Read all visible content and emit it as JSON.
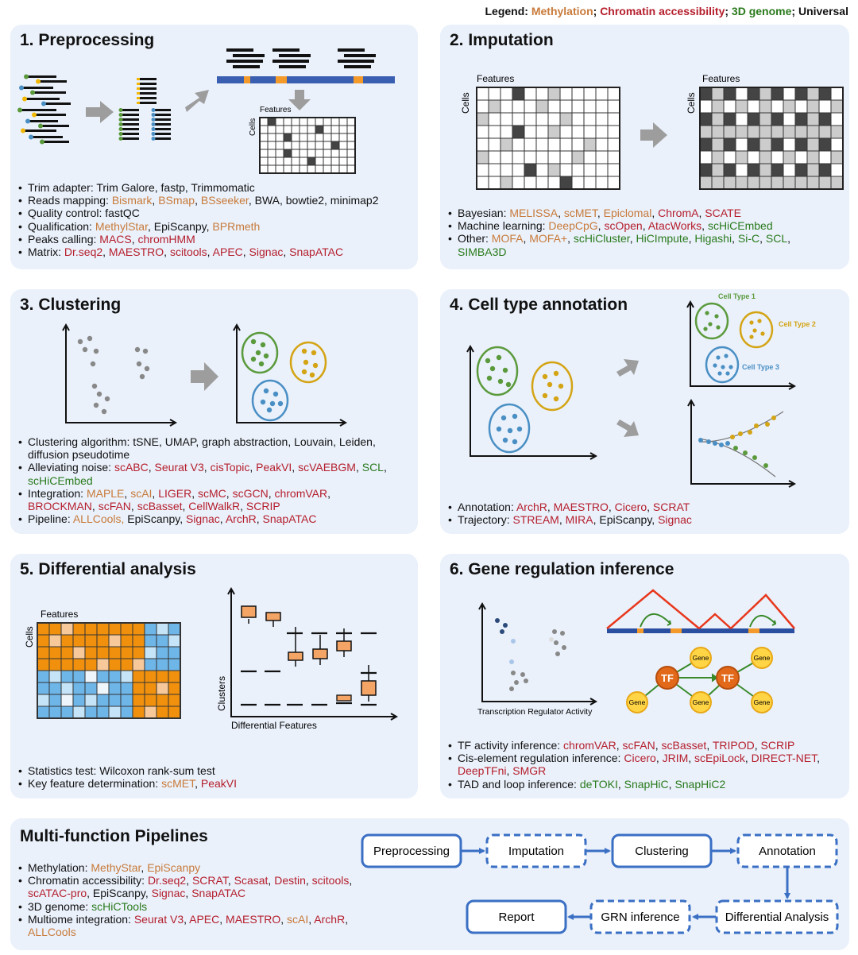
{
  "legend": {
    "prefix": "Legend:",
    "items": [
      {
        "text": "Methylation",
        "sep": ";",
        "cls": "M"
      },
      {
        "text": "Chromatin accessibility",
        "sep": ";",
        "cls": "C"
      },
      {
        "text": "3D genome",
        "sep": ";",
        "cls": "G"
      },
      {
        "text": "Universal",
        "sep": "",
        "cls": "U"
      }
    ]
  },
  "colors": {
    "methylation": "#c87a3a",
    "chromatin": "#b51e2c",
    "genome3d": "#2a7a1c",
    "universal": "#111111",
    "panel_bg": "#eaf1fb",
    "accent_blue": "#3a6fc4",
    "arrow_gray": "#9d9d9d"
  },
  "panels": {
    "preprocessing": {
      "title": "1. Preprocessing",
      "matrix_x_label": "Features",
      "matrix_y_label": "Cells",
      "bullets": [
        [
          [
            {
              "t": "Trim adapter: Trim Galore, fastp, Trimmomatic",
              "c": "U"
            }
          ]
        ],
        [
          [
            {
              "t": "Reads mapping: ",
              "c": "U"
            },
            {
              "t": "Bismark",
              "c": "M"
            },
            {
              "t": ", ",
              "c": "U"
            },
            {
              "t": "BSmap",
              "c": "M"
            },
            {
              "t": ", ",
              "c": "U"
            },
            {
              "t": "BSseeker",
              "c": "M"
            },
            {
              "t": ", BWA, bowtie2, minimap2",
              "c": "U"
            }
          ]
        ],
        [
          [
            {
              "t": "Quality control: fastQC",
              "c": "U"
            }
          ]
        ],
        [
          [
            {
              "t": "Qualification: ",
              "c": "U"
            },
            {
              "t": "MethylStar",
              "c": "M"
            },
            {
              "t": ", EpiScanpy, ",
              "c": "U"
            },
            {
              "t": "BPRmeth",
              "c": "M"
            }
          ]
        ],
        [
          [
            {
              "t": "Peaks calling: ",
              "c": "U"
            },
            {
              "t": "MACS",
              "c": "C"
            },
            {
              "t": ", ",
              "c": "U"
            },
            {
              "t": "chromHMM",
              "c": "C"
            }
          ]
        ],
        [
          [
            {
              "t": "Matrix: ",
              "c": "U"
            },
            {
              "t": "Dr.seq2",
              "c": "C"
            },
            {
              "t": ", ",
              "c": "U"
            },
            {
              "t": "MAESTRO",
              "c": "C"
            },
            {
              "t": ", ",
              "c": "U"
            },
            {
              "t": "scitools",
              "c": "C"
            },
            {
              "t": ", ",
              "c": "U"
            },
            {
              "t": "APEC",
              "c": "C"
            },
            {
              "t": ", ",
              "c": "U"
            },
            {
              "t": "Signac",
              "c": "C"
            },
            {
              "t": ", ",
              "c": "U"
            },
            {
              "t": "SnapATAC",
              "c": "C"
            }
          ]
        ]
      ]
    },
    "imputation": {
      "title": "2. Imputation",
      "matrix_x_label": "Features",
      "matrix_y_label": "Cells",
      "bullets": [
        [
          [
            {
              "t": "Bayesian: ",
              "c": "U"
            },
            {
              "t": "MELISSA",
              "c": "M"
            },
            {
              "t": ", ",
              "c": "U"
            },
            {
              "t": "scMET",
              "c": "M"
            },
            {
              "t": ", ",
              "c": "U"
            },
            {
              "t": "Epiclomal",
              "c": "M"
            },
            {
              "t": ", ",
              "c": "U"
            },
            {
              "t": "ChromA",
              "c": "C"
            },
            {
              "t": ", ",
              "c": "U"
            },
            {
              "t": "SCATE",
              "c": "C"
            }
          ]
        ],
        [
          [
            {
              "t": "Machine learning: ",
              "c": "U"
            },
            {
              "t": "DeepCpG",
              "c": "M"
            },
            {
              "t": ", ",
              "c": "U"
            },
            {
              "t": "scOpen",
              "c": "C"
            },
            {
              "t": ", ",
              "c": "U"
            },
            {
              "t": "AtacWorks",
              "c": "C"
            },
            {
              "t": ", ",
              "c": "U"
            },
            {
              "t": "scHiCEmbed",
              "c": "G"
            }
          ]
        ],
        [
          [
            {
              "t": "Other: ",
              "c": "U"
            },
            {
              "t": "MOFA",
              "c": "M"
            },
            {
              "t": ",  ",
              "c": "U"
            },
            {
              "t": "MOFA+",
              "c": "M"
            },
            {
              "t": ", ",
              "c": "U"
            },
            {
              "t": "scHiCluster",
              "c": "G"
            },
            {
              "t": ", ",
              "c": "U"
            },
            {
              "t": "HiCImpute",
              "c": "G"
            },
            {
              "t": ", ",
              "c": "U"
            },
            {
              "t": "Higashi",
              "c": "G"
            },
            {
              "t": ", ",
              "c": "U"
            },
            {
              "t": "Si-C",
              "c": "G"
            },
            {
              "t": ", ",
              "c": "U"
            },
            {
              "t": "SCL",
              "c": "G"
            },
            {
              "t": ",",
              "c": "U"
            }
          ],
          [
            {
              "t": "SIMBA3D",
              "c": "G"
            }
          ]
        ]
      ]
    },
    "clustering": {
      "title": "3. Clustering",
      "bullets": [
        [
          [
            {
              "t": "Clustering algorithm: tSNE, UMAP, graph abstraction, Louvain, Leiden,",
              "c": "U"
            }
          ],
          [
            {
              "t": "diffusion pseudotime",
              "c": "U"
            }
          ]
        ],
        [
          [
            {
              "t": "Alleviating noise: ",
              "c": "U"
            },
            {
              "t": "scABC",
              "c": "C"
            },
            {
              "t": ", ",
              "c": "U"
            },
            {
              "t": "Seurat V3",
              "c": "C"
            },
            {
              "t": ", ",
              "c": "U"
            },
            {
              "t": "cisTopic",
              "c": "C"
            },
            {
              "t": ", ",
              "c": "U"
            },
            {
              "t": "PeakVI",
              "c": "C"
            },
            {
              "t": ", ",
              "c": "U"
            },
            {
              "t": "scVAEBGM",
              "c": "C"
            },
            {
              "t": ", ",
              "c": "U"
            },
            {
              "t": "SCL",
              "c": "G"
            },
            {
              "t": ",",
              "c": "U"
            }
          ],
          [
            {
              "t": "scHiCEmbed",
              "c": "G"
            }
          ]
        ],
        [
          [
            {
              "t": "Integration: ",
              "c": "U"
            },
            {
              "t": "MAPLE",
              "c": "M"
            },
            {
              "t": ", ",
              "c": "U"
            },
            {
              "t": "scAI",
              "c": "M"
            },
            {
              "t": ", ",
              "c": "U"
            },
            {
              "t": "LIGER",
              "c": "C"
            },
            {
              "t": ", ",
              "c": "U"
            },
            {
              "t": "scMC",
              "c": "C"
            },
            {
              "t": ", ",
              "c": "U"
            },
            {
              "t": "scGCN",
              "c": "C"
            },
            {
              "t": ", ",
              "c": "U"
            },
            {
              "t": "chromVAR",
              "c": "C"
            },
            {
              "t": ",",
              "c": "U"
            }
          ],
          [
            {
              "t": "BROCKMAN",
              "c": "C"
            },
            {
              "t": ", ",
              "c": "U"
            },
            {
              "t": "scFAN",
              "c": "C"
            },
            {
              "t": ", ",
              "c": "U"
            },
            {
              "t": "scBasset",
              "c": "C"
            },
            {
              "t": ", ",
              "c": "U"
            },
            {
              "t": "CellWalkR",
              "c": "C"
            },
            {
              "t": ", ",
              "c": "U"
            },
            {
              "t": "SCRIP",
              "c": "C"
            }
          ]
        ],
        [
          [
            {
              "t": "Pipeline: ",
              "c": "U"
            },
            {
              "t": "ALLCools,",
              "c": "M"
            },
            {
              "t": " EpiScanpy, ",
              "c": "U"
            },
            {
              "t": "Signac",
              "c": "C"
            },
            {
              "t": ", ",
              "c": "U"
            },
            {
              "t": "ArchR",
              "c": "C"
            },
            {
              "t": ", ",
              "c": "U"
            },
            {
              "t": "SnapATAC",
              "c": "C"
            }
          ]
        ]
      ]
    },
    "annotation": {
      "title": "4. Cell type annotation",
      "cell_types": [
        "Cell Type 1",
        "Cell Type 2",
        "Cell Type 3"
      ],
      "bullets": [
        [
          [
            {
              "t": "Annotation: ",
              "c": "U"
            },
            {
              "t": "ArchR",
              "c": "C"
            },
            {
              "t": ", ",
              "c": "U"
            },
            {
              "t": "MAESTRO",
              "c": "C"
            },
            {
              "t": ", ",
              "c": "U"
            },
            {
              "t": "Cicero",
              "c": "C"
            },
            {
              "t": ", ",
              "c": "U"
            },
            {
              "t": "SCRAT",
              "c": "C"
            }
          ]
        ],
        [
          [
            {
              "t": "Trajectory: ",
              "c": "U"
            },
            {
              "t": "STREAM",
              "c": "C"
            },
            {
              "t": ", ",
              "c": "U"
            },
            {
              "t": "MIRA",
              "c": "C"
            },
            {
              "t": ", EpiScanpy, ",
              "c": "U"
            },
            {
              "t": "Signac",
              "c": "C"
            }
          ]
        ]
      ]
    },
    "differential": {
      "title": "5. Differential analysis",
      "heatmap_x_label": "Features",
      "heatmap_y_label": "Cells",
      "box_x_label": "Differential Features",
      "box_y_label": "Clusters",
      "bullets": [
        [
          [
            {
              "t": "Statistics test: Wilcoxon rank-sum test",
              "c": "U"
            }
          ]
        ],
        [
          [
            {
              "t": "Key feature determination: ",
              "c": "U"
            },
            {
              "t": "scMET",
              "c": "M"
            },
            {
              "t": ", ",
              "c": "U"
            },
            {
              "t": "PeakVI",
              "c": "C"
            }
          ]
        ]
      ]
    },
    "regulation": {
      "title": "6. Gene regulation inference",
      "scatter_x_label": "Transcription Regulator Activity",
      "tf_label": "TF",
      "gene_label": "Gene",
      "bullets": [
        [
          [
            {
              "t": "TF activity inference: ",
              "c": "U"
            },
            {
              "t": "chromVAR",
              "c": "C"
            },
            {
              "t": ", ",
              "c": "U"
            },
            {
              "t": "scFAN",
              "c": "C"
            },
            {
              "t": ", ",
              "c": "U"
            },
            {
              "t": "scBasset",
              "c": "C"
            },
            {
              "t": ", ",
              "c": "U"
            },
            {
              "t": "TRIPOD",
              "c": "C"
            },
            {
              "t": ", ",
              "c": "U"
            },
            {
              "t": "SCRIP",
              "c": "C"
            }
          ]
        ],
        [
          [
            {
              "t": "Cis-element regulation inference: ",
              "c": "U"
            },
            {
              "t": "Cicero",
              "c": "C"
            },
            {
              "t": ", ",
              "c": "U"
            },
            {
              "t": "JRIM",
              "c": "C"
            },
            {
              "t": ", ",
              "c": "U"
            },
            {
              "t": "scEpiLock",
              "c": "C"
            },
            {
              "t": ", ",
              "c": "U"
            },
            {
              "t": "DIRECT-NET",
              "c": "C"
            },
            {
              "t": ",",
              "c": "U"
            }
          ],
          [
            {
              "t": "DeepTFni",
              "c": "C"
            },
            {
              "t": ", ",
              "c": "U"
            },
            {
              "t": "SMGR",
              "c": "C"
            }
          ]
        ],
        [
          [
            {
              "t": "TAD and loop inference: ",
              "c": "U"
            },
            {
              "t": "deTOKI",
              "c": "G"
            },
            {
              "t": ", ",
              "c": "U"
            },
            {
              "t": "SnapHiC",
              "c": "G"
            },
            {
              "t": ", ",
              "c": "U"
            },
            {
              "t": "SnapHiC2",
              "c": "G"
            }
          ]
        ]
      ]
    },
    "pipelines": {
      "title": "Multi-function Pipelines",
      "bullets": [
        [
          [
            {
              "t": "Methylation: ",
              "c": "U"
            },
            {
              "t": "MethyStar",
              "c": "M"
            },
            {
              "t": ", ",
              "c": "U"
            },
            {
              "t": "EpiScanpy",
              "c": "M"
            }
          ]
        ],
        [
          [
            {
              "t": "Chromatin accessibility: ",
              "c": "U"
            },
            {
              "t": "Dr.seq2",
              "c": "C"
            },
            {
              "t": ", ",
              "c": "U"
            },
            {
              "t": "SCRAT",
              "c": "C"
            },
            {
              "t": ", ",
              "c": "U"
            },
            {
              "t": "Scasat",
              "c": "C"
            },
            {
              "t": ", ",
              "c": "U"
            },
            {
              "t": "Destin",
              "c": "C"
            },
            {
              "t": ", ",
              "c": "U"
            },
            {
              "t": "scitools",
              "c": "C"
            },
            {
              "t": ",",
              "c": "U"
            }
          ],
          [
            {
              "t": "scATAC-pro",
              "c": "C"
            },
            {
              "t": ", EpiScanpy, ",
              "c": "U"
            },
            {
              "t": "Signac",
              "c": "C"
            },
            {
              "t": ", ",
              "c": "U"
            },
            {
              "t": "SnapATAC",
              "c": "C"
            }
          ]
        ],
        [
          [
            {
              "t": "3D genome: ",
              "c": "U"
            },
            {
              "t": "scHiCTools",
              "c": "G"
            }
          ]
        ],
        [
          [
            {
              "t": "Multiome integration: ",
              "c": "U"
            },
            {
              "t": "Seurat V3",
              "c": "C"
            },
            {
              "t": ", ",
              "c": "U"
            },
            {
              "t": "APEC",
              "c": "C"
            },
            {
              "t": ", ",
              "c": "U"
            },
            {
              "t": "MAESTRO",
              "c": "C"
            },
            {
              "t": ", ",
              "c": "U"
            },
            {
              "t": "scAI",
              "c": "M"
            },
            {
              "t": ", ",
              "c": "U"
            },
            {
              "t": "ArchR",
              "c": "C"
            },
            {
              "t": ",",
              "c": "U"
            }
          ],
          [
            {
              "t": "ALLCools",
              "c": "M"
            }
          ]
        ]
      ],
      "flow": {
        "preprocessing": "Preprocessing",
        "imputation": "Imputation",
        "clustering": "Clustering",
        "annotation": "Annotation",
        "differential": "Differential Analysis",
        "grn": "GRN inference",
        "report": "Report"
      }
    }
  }
}
